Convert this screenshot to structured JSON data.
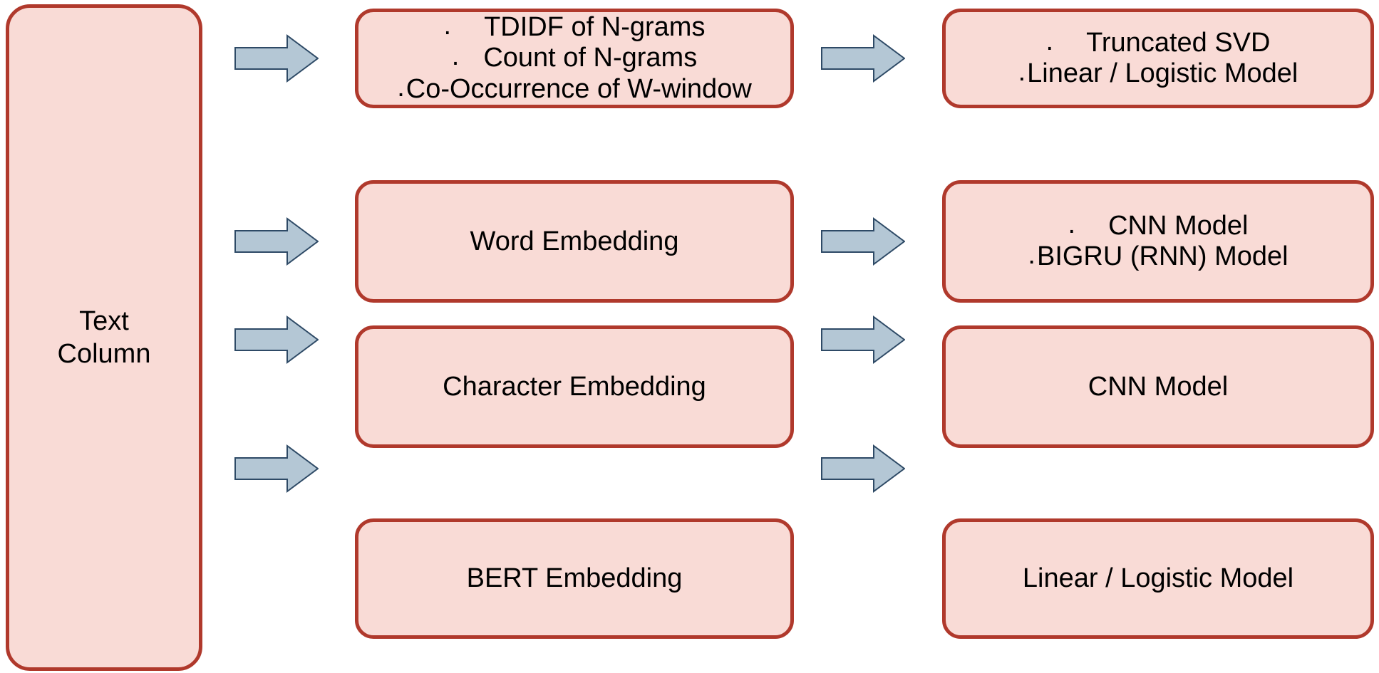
{
  "diagram": {
    "title": "Text Column processing pipeline",
    "colors": {
      "node_fill": "#f9dbd6",
      "node_border": "#b0392c",
      "arrow_fill": "#b4c7d5",
      "arrow_border": "#2e4a66",
      "text": "#000000",
      "background": "#ffffff"
    },
    "source": {
      "label_line1": "Text",
      "label_line2": "Column"
    },
    "bullet_glyph": ".",
    "rows": [
      {
        "feature": {
          "bulleted": true,
          "lines": [
            "TDIDF of N-grams",
            "Count of N-grams",
            "Co-Occurrence of W-window"
          ]
        },
        "model": {
          "bulleted": true,
          "lines": [
            "Truncated SVD",
            "Linear / Logistic Model"
          ]
        }
      },
      {
        "feature": {
          "bulleted": false,
          "lines": [
            "Word Embedding"
          ]
        },
        "model": {
          "bulleted": true,
          "lines": [
            "CNN Model",
            "BIGRU (RNN) Model"
          ]
        }
      },
      {
        "feature": {
          "bulleted": false,
          "lines": [
            "Character Embedding"
          ]
        },
        "model": {
          "bulleted": false,
          "lines": [
            "CNN Model"
          ]
        }
      },
      {
        "feature": {
          "bulleted": false,
          "lines": [
            "BERT Embedding"
          ]
        },
        "model": {
          "bulleted": false,
          "lines": [
            "Linear / Logistic Model"
          ]
        }
      }
    ]
  }
}
